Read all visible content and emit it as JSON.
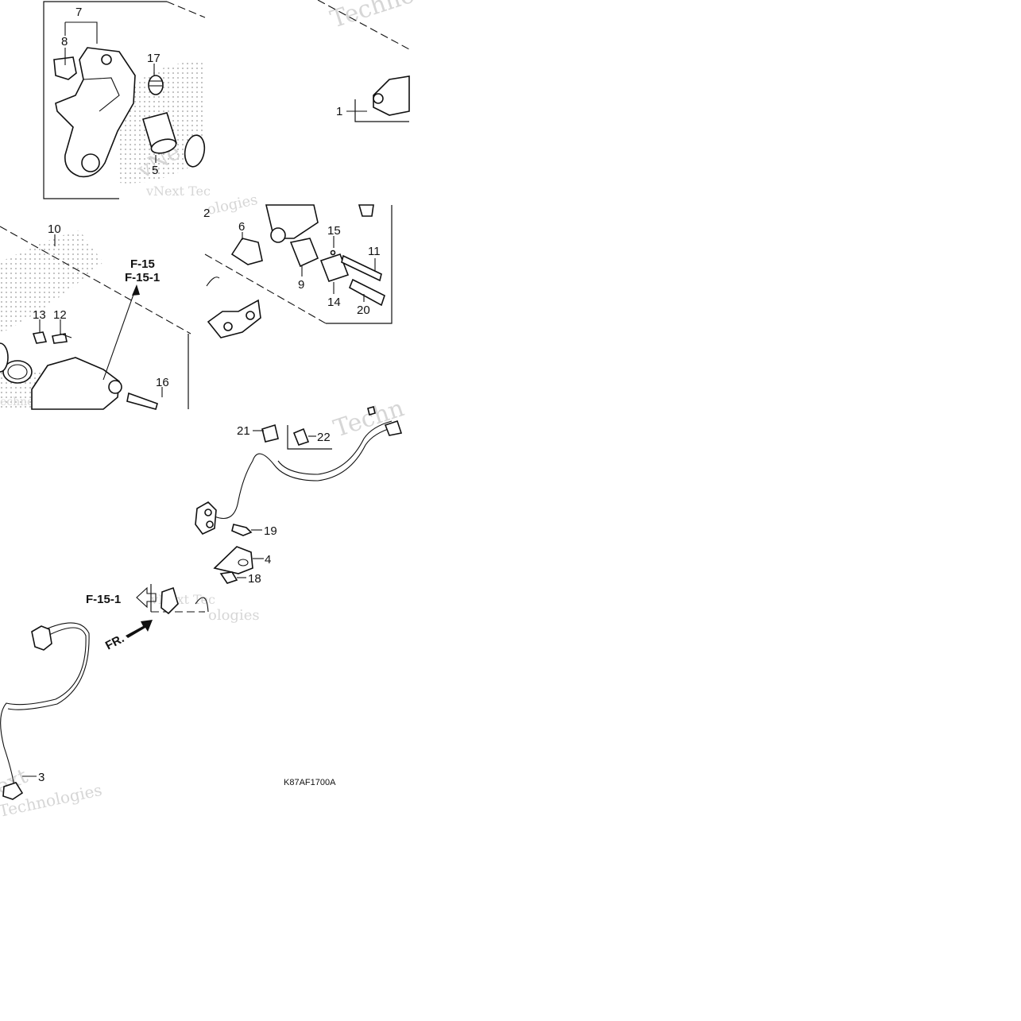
{
  "diagram": {
    "code": "K87AF1700A",
    "front_label": "FR.",
    "references": {
      "caliper_ref_1": "F-15",
      "caliper_ref_2": "F-15-1",
      "sensor_ref": "F-15-1"
    },
    "callouts": {
      "c1": "1",
      "c2": "2",
      "c3": "3",
      "c4": "4",
      "c5": "5",
      "c6": "6",
      "c7": "7",
      "c8": "8",
      "c9": "9",
      "c10": "10",
      "c11": "11",
      "c12": "12",
      "c13": "13",
      "c14": "14",
      "c15": "15",
      "c16": "16",
      "c17": "17",
      "c18": "18",
      "c19": "19",
      "c20": "20",
      "c21": "21",
      "c22": "22"
    },
    "watermarks": {
      "w1": "Techno",
      "w2": "vNext Tec",
      "w3": "vNe",
      "w4": "ologies",
      "w5": "Techn",
      "w6": "vNext Tec",
      "w7": "ologies",
      "w8": "Technologies",
      "w9": "echnologies",
      "w10": "ext"
    }
  }
}
